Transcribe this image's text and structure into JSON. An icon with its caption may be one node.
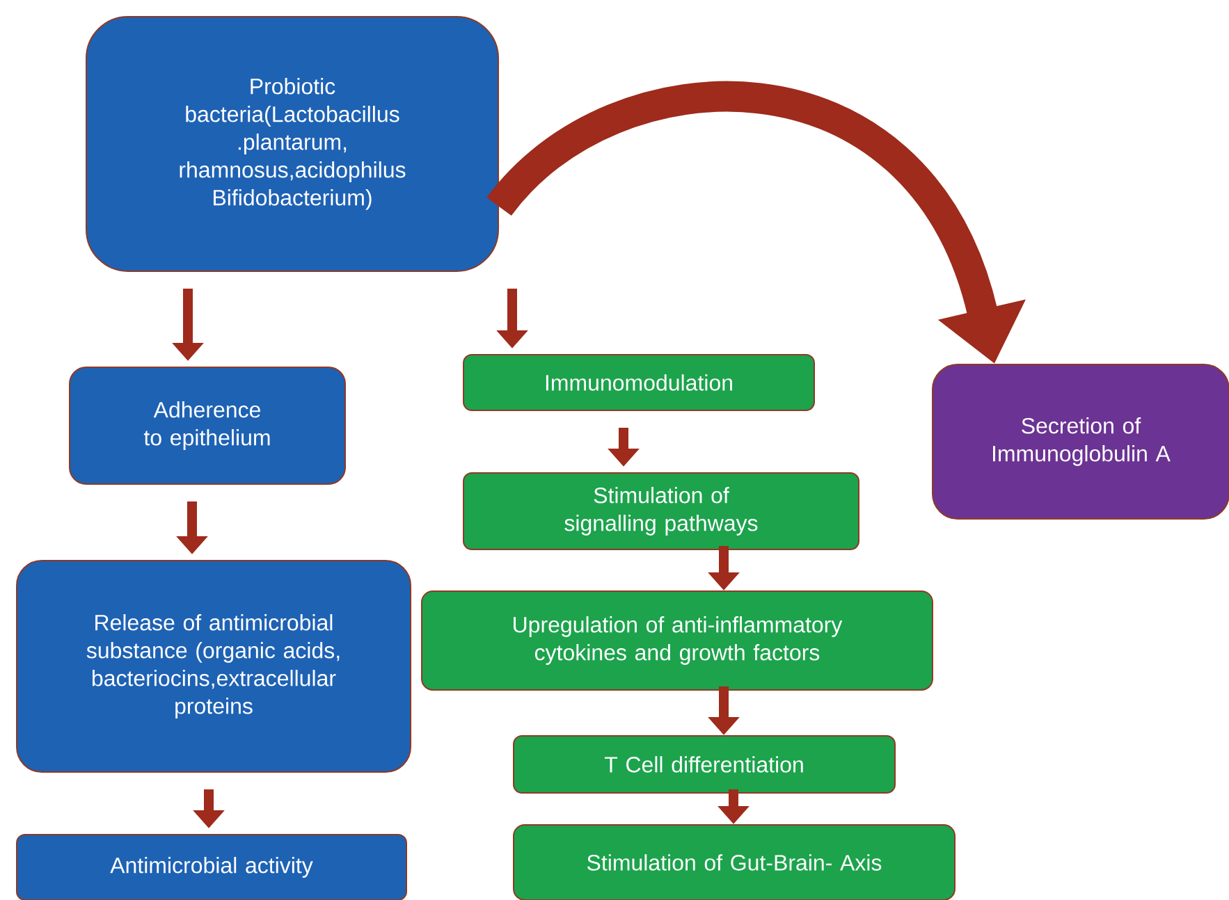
{
  "diagram": {
    "nodes": [
      {
        "text": [
          "Probiotic bacteria(Lactobacillus .plantarum, rhamnosus,acidophilus Bifidobacterium)"
        ]
      },
      {
        "text": [
          "Adherence to epithelium"
        ]
      },
      {
        "text": [
          "Release of antimicrobial substance (organic acids, bacteriocins,extracellular proteins"
        ]
      },
      {
        "text": [
          "Antimicrobial activity"
        ]
      },
      {
        "text": [
          "Immunomodulation"
        ]
      },
      {
        "text": [
          "Stimulation of signalling pathways"
        ]
      },
      {
        "text": [
          "Upregulation of  anti-inflammatory cytokines and growth factors"
        ]
      },
      {
        "text": [
          "T Cell differentiation"
        ]
      },
      {
        "text": [
          "Stimulation of Gut-Brain- Axis"
        ]
      },
      {
        "text": [
          "Secretion of Immunoglobulin A"
        ]
      }
    ],
    "edges": [
      {
        "from": 0,
        "to": 1,
        "arrow": "to"
      },
      {
        "from": 0,
        "to": 4,
        "arrow": "to"
      },
      {
        "from": 0,
        "to": 9,
        "arrow": "to",
        "style": "thick"
      },
      {
        "from": 1,
        "to": 2,
        "arrow": "to"
      },
      {
        "from": 2,
        "to": 3,
        "arrow": "to"
      },
      {
        "from": 4,
        "to": 5,
        "arrow": "to"
      },
      {
        "from": 5,
        "to": 6,
        "arrow": "to"
      },
      {
        "from": 6,
        "to": 7,
        "arrow": "to"
      },
      {
        "from": 7,
        "to": 8,
        "arrow": "to"
      }
    ]
  }
}
